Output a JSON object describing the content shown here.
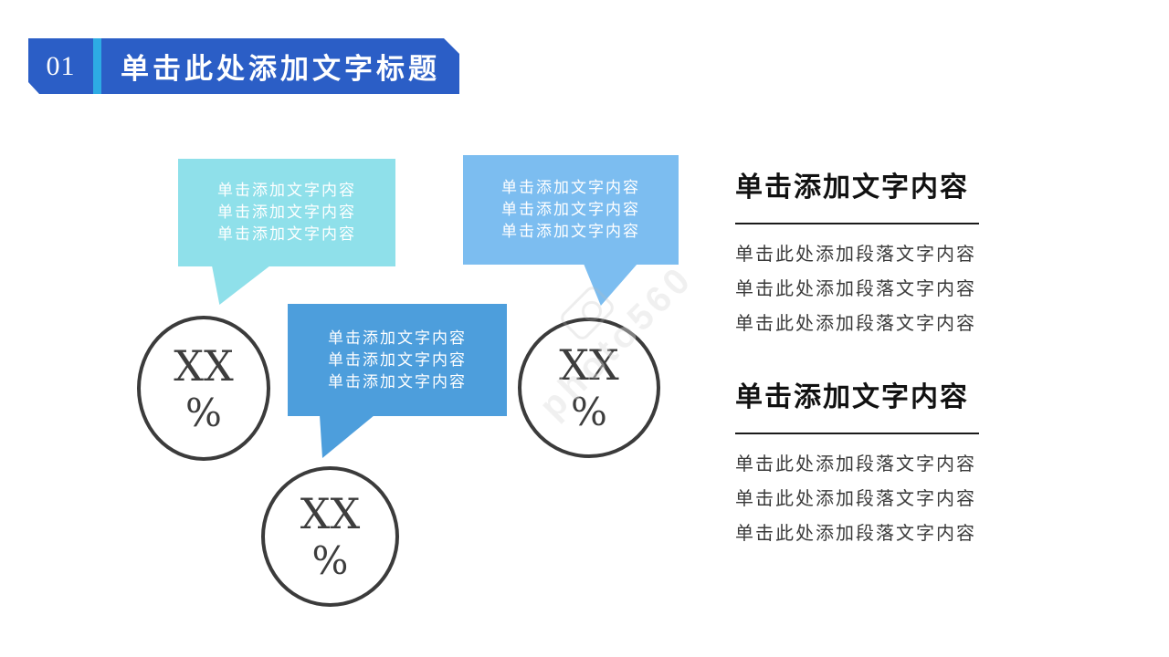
{
  "slide": {
    "header": {
      "number": "01",
      "title": "单击此处添加文字标题"
    },
    "bubbles": [
      {
        "name": "cyan-bubble",
        "lines": [
          "单击添加文字内容",
          "单击添加文字内容",
          "单击添加文字内容"
        ]
      },
      {
        "name": "blue-bubble",
        "lines": [
          "单击添加文字内容",
          "单击添加文字内容",
          "单击添加文字内容"
        ]
      },
      {
        "name": "light-blue-bubble",
        "lines": [
          "单击添加文字内容",
          "单击添加文字内容",
          "单击添加文字内容"
        ]
      }
    ],
    "stats": [
      {
        "value": "XX",
        "unit": "%"
      },
      {
        "value": "XX",
        "unit": "%"
      },
      {
        "value": "XX",
        "unit": "%"
      }
    ],
    "sections": [
      {
        "heading": "单击添加文字内容",
        "paragraphs": [
          "单击此处添加段落文字内容",
          "单击此处添加段落文字内容",
          "单击此处添加段落文字内容"
        ]
      },
      {
        "heading": "单击添加文字内容",
        "paragraphs": [
          "单击此处添加段落文字内容",
          "单击此处添加段落文字内容",
          "单击此处添加段落文字内容"
        ]
      }
    ],
    "watermark": {
      "text": "photo560"
    },
    "colors": {
      "banner_blue": "#2b5ec6",
      "banner_stripe_cyan": "#2dabe4",
      "bubble_cyan": "#8fe0ea",
      "bubble_blue": "#4d9edc",
      "bubble_light_blue": "#7cbdf0",
      "circle_stroke": "#3b3b3b",
      "heading_text": "#111111",
      "body_text": "#3a3a3a",
      "bubble_text": "#ffffff"
    }
  }
}
